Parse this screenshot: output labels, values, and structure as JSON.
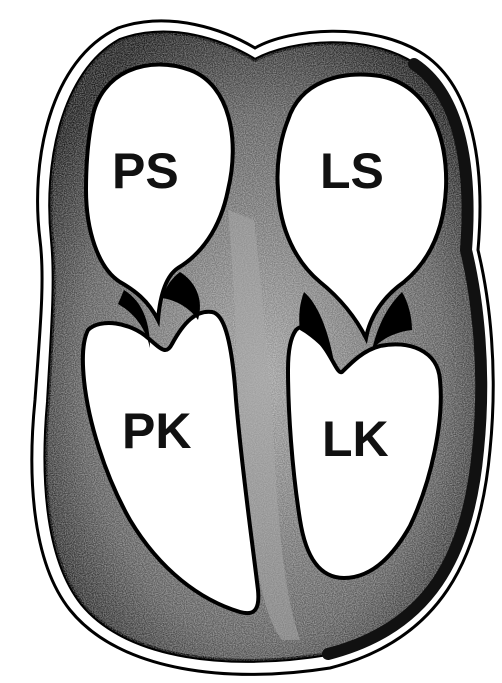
{
  "diagram": {
    "labels": {
      "ps": "PS",
      "ls": "LS",
      "pk": "PK",
      "lk": "LK"
    },
    "colors": {
      "wall": "#3a3a3a",
      "wall_dark": "#111111",
      "septum": "#8a8a8a",
      "chamber": "#ffffff",
      "outline": "#000000"
    }
  }
}
